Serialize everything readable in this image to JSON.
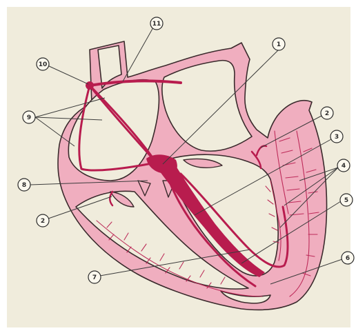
{
  "labels": [
    "1",
    "2",
    "3",
    "4",
    "5",
    "6",
    "7",
    "8",
    "9",
    "10",
    "11",
    "2"
  ],
  "colors": {
    "background": "#f0ecdc",
    "tissue": "#f0aebf",
    "outline": "#3a2a2c",
    "conduction": "#b81c4e",
    "label_fill": "#fbf8ee",
    "label_stroke": "#2a2a2a",
    "leader": "#3a3a3a"
  }
}
